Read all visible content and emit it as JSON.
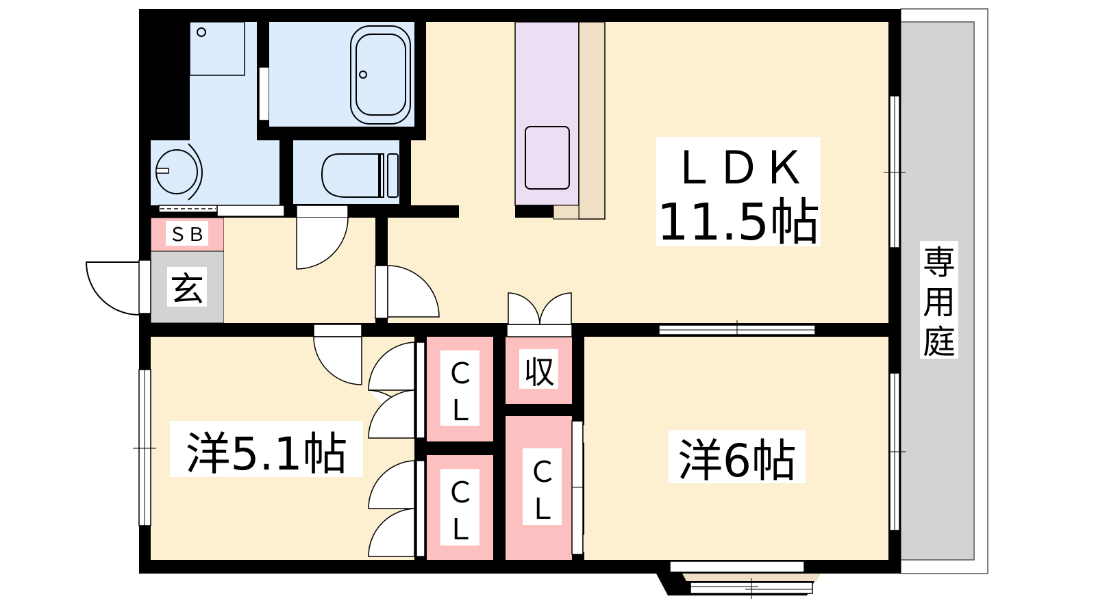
{
  "colors": {
    "wall": "#000000",
    "wet": "#dcecfd",
    "room": "#fdf0d0",
    "storage": "#fcc0c0",
    "entrance": "#d3d3d3",
    "kitchen": "#ecdff4",
    "counter": "#efdfc5",
    "garden": "#d3d3d3"
  },
  "rooms": {
    "ldk": {
      "name": "ＬＤＫ",
      "size": "11.5帖"
    },
    "western1": {
      "label": "洋5.1帖"
    },
    "western2": {
      "label": "洋6帖"
    },
    "closet1": {
      "c": "Ｃ",
      "l": "Ｌ"
    },
    "closet2": {
      "c": "Ｃ",
      "l": "Ｌ"
    },
    "closet3": {
      "c": "Ｃ",
      "l": "Ｌ"
    },
    "storage": {
      "label": "収"
    },
    "shoebox": {
      "label": "ＳＢ"
    },
    "entrance": {
      "label": "玄"
    },
    "garden": {
      "c1": "専",
      "c2": "用",
      "c3": "庭"
    }
  }
}
